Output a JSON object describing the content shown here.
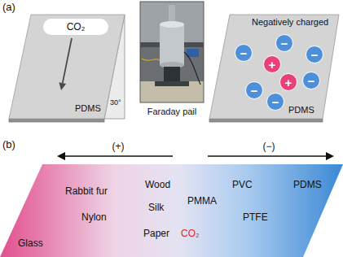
{
  "diagram": {
    "nodes": [
      {
        "text": [
          "PDMS"
        ]
      },
      {
        "text": [
          "CO₂"
        ],
        "in": 0
      },
      {
        "text": [
          "Negatively charged",
          "PDMS"
        ]
      },
      {
        "text": [
          "−"
        ],
        "in": 2
      },
      {
        "text": [
          "−"
        ],
        "in": 2
      },
      {
        "text": [
          "−"
        ],
        "in": 2
      },
      {
        "text": [
          "+"
        ],
        "in": 2
      },
      {
        "text": [
          "−"
        ],
        "in": 2
      },
      {
        "text": [
          "+"
        ],
        "in": 2
      },
      {
        "text": [
          "−"
        ],
        "in": 2
      },
      {
        "text": [
          "−"
        ],
        "in": 2
      },
      {
        "text": [
          "Wood",
          "PVC",
          "PDMS",
          "Rabbit fur",
          "PMMA",
          "Silk",
          "Nylon",
          "PTFE",
          "Paper",
          "CO₂",
          "Glass"
        ]
      }
    ],
    "labels": [
      "(a)",
      "Faraday pail",
      "30°",
      "(b)",
      "(+)",
      "(−)"
    ]
  }
}
